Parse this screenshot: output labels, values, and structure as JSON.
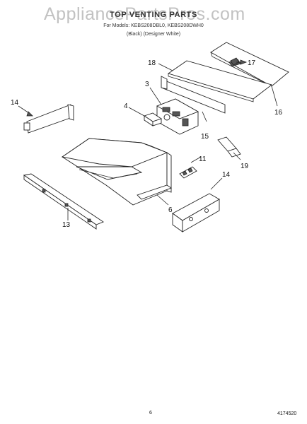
{
  "watermark": "AppliancePartsPros.com",
  "header": {
    "title": "TOP VENTING PARTS",
    "models": "For Models: KEBS208DBL0, KEBS208DWH0",
    "colors": "(Black)   (Designer White)"
  },
  "footer": {
    "page_number": "6",
    "document_id": "4174520"
  },
  "callouts": [
    "3",
    "4",
    "6",
    "11",
    "13",
    "14",
    "14",
    "15",
    "16",
    "17",
    "18",
    "19"
  ],
  "colors": {
    "line": "#222222",
    "paper": "#ffffff",
    "watermark": "#c2c2c2"
  }
}
